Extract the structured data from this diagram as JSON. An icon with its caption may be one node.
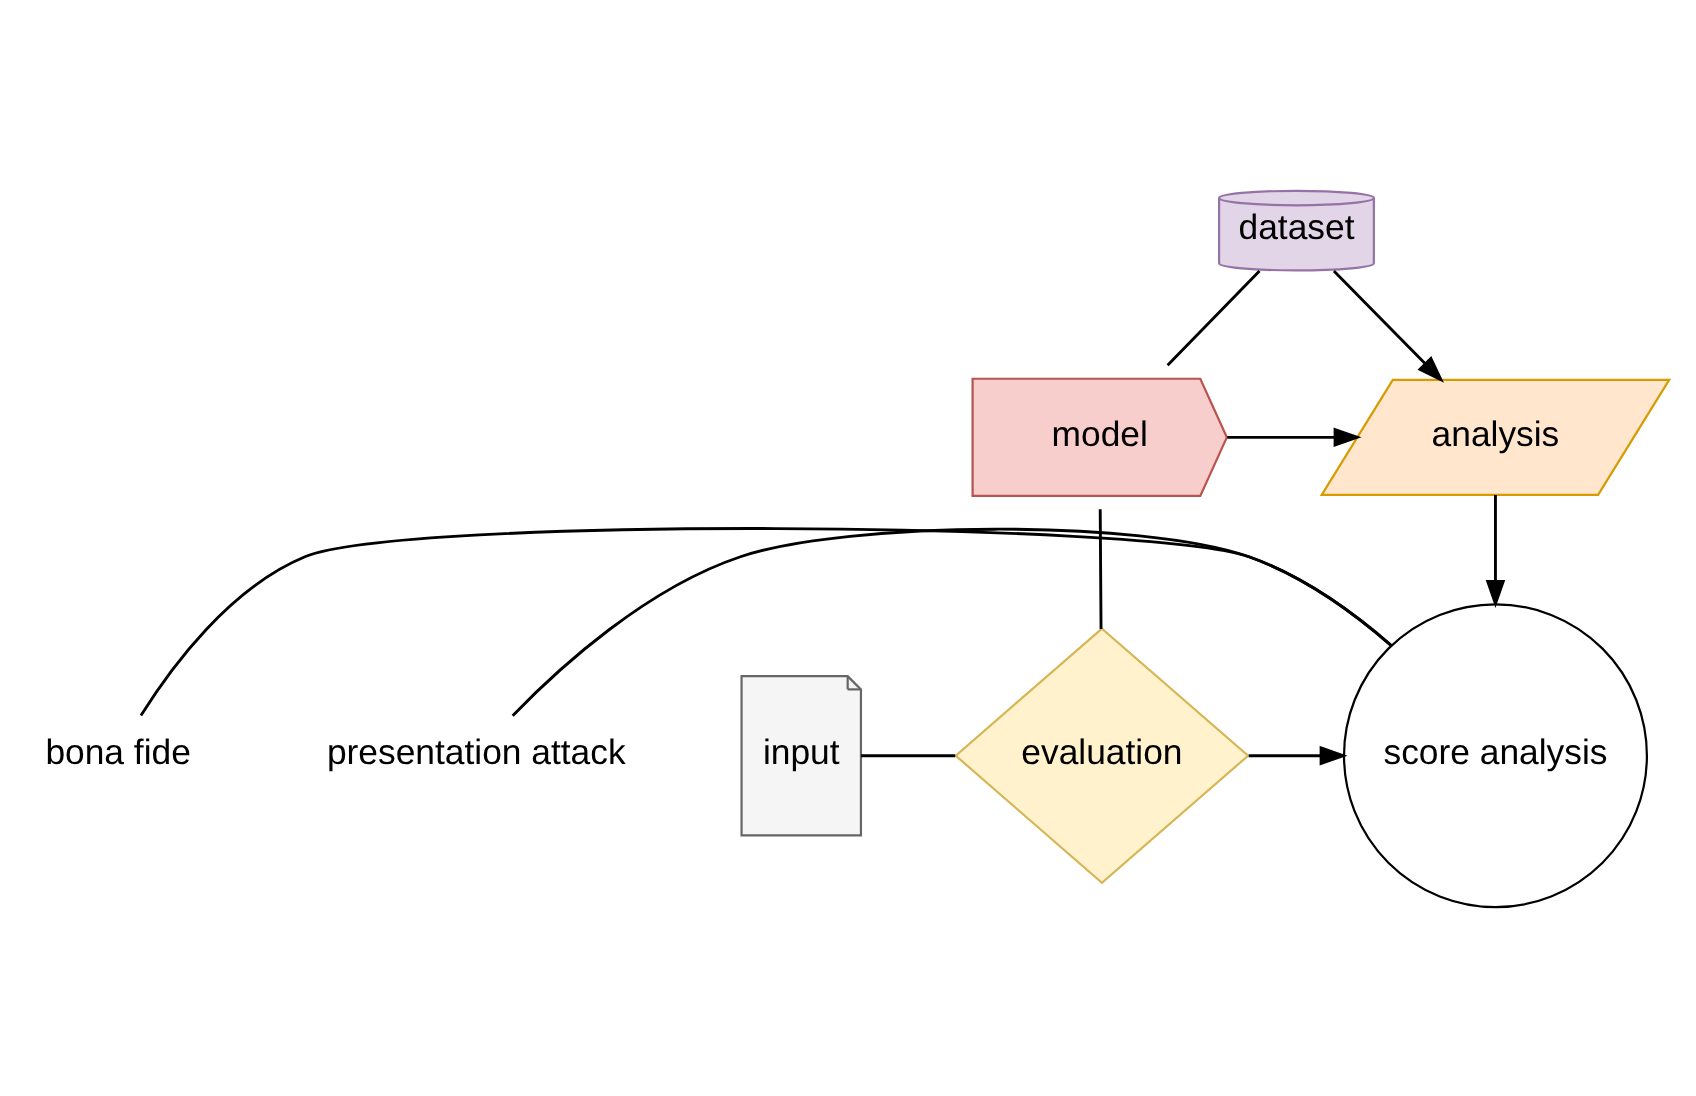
{
  "diagram": {
    "nodes": [
      {
        "text": [
          "dataset"
        ]
      },
      {
        "text": [
          "model"
        ]
      },
      {
        "text": [
          "analysis"
        ]
      },
      {
        "text": [
          "input"
        ]
      },
      {
        "text": [
          "evaluation"
        ]
      },
      {
        "text": [
          "score analysis"
        ]
      },
      {
        "text": [
          "bona fide"
        ]
      },
      {
        "text": [
          "presentation attack"
        ]
      }
    ],
    "edges": [
      {
        "from": 0,
        "to": 1,
        "arrow": "none"
      },
      {
        "from": 0,
        "to": 2,
        "arrow": "to"
      },
      {
        "from": 1,
        "to": 2,
        "arrow": "to"
      },
      {
        "from": 1,
        "to": 4,
        "arrow": "none"
      },
      {
        "from": 2,
        "to": 5,
        "arrow": "to"
      },
      {
        "from": 3,
        "to": 4,
        "arrow": "none"
      },
      {
        "from": 4,
        "to": 5,
        "arrow": "to"
      },
      {
        "from": 5,
        "to": 6,
        "arrow": "none"
      },
      {
        "from": 5,
        "to": 7,
        "arrow": "none"
      }
    ]
  }
}
